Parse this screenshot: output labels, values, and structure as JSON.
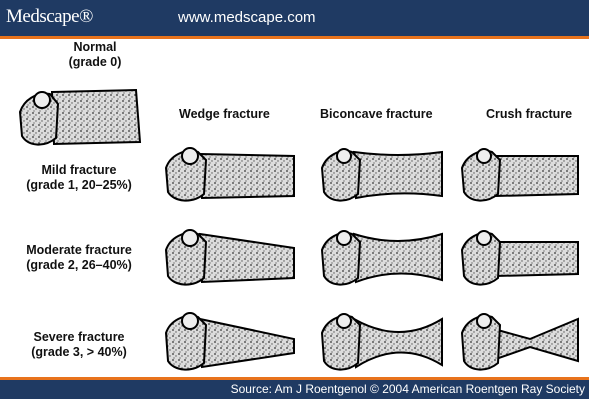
{
  "header": {
    "logo": "Medscape®",
    "url": "www.medscape.com"
  },
  "columns": [
    "Wedge fracture",
    "Biconcave fracture",
    "Crush fracture"
  ],
  "rows": [
    {
      "label": "Normal\n(grade 0)"
    },
    {
      "label": "Mild fracture\n(grade 1, 20–25%)"
    },
    {
      "label": "Moderate fracture\n(grade 2, 26–40%)"
    },
    {
      "label": "Severe fracture\n(grade 3, > 40%)"
    }
  ],
  "footer": {
    "source": "Source: Am J Roentgenol © 2004 American Roentgen Ray Society"
  },
  "colors": {
    "header_bg": "#1f3a63",
    "accent": "#e8731c",
    "ink": "#111111"
  }
}
